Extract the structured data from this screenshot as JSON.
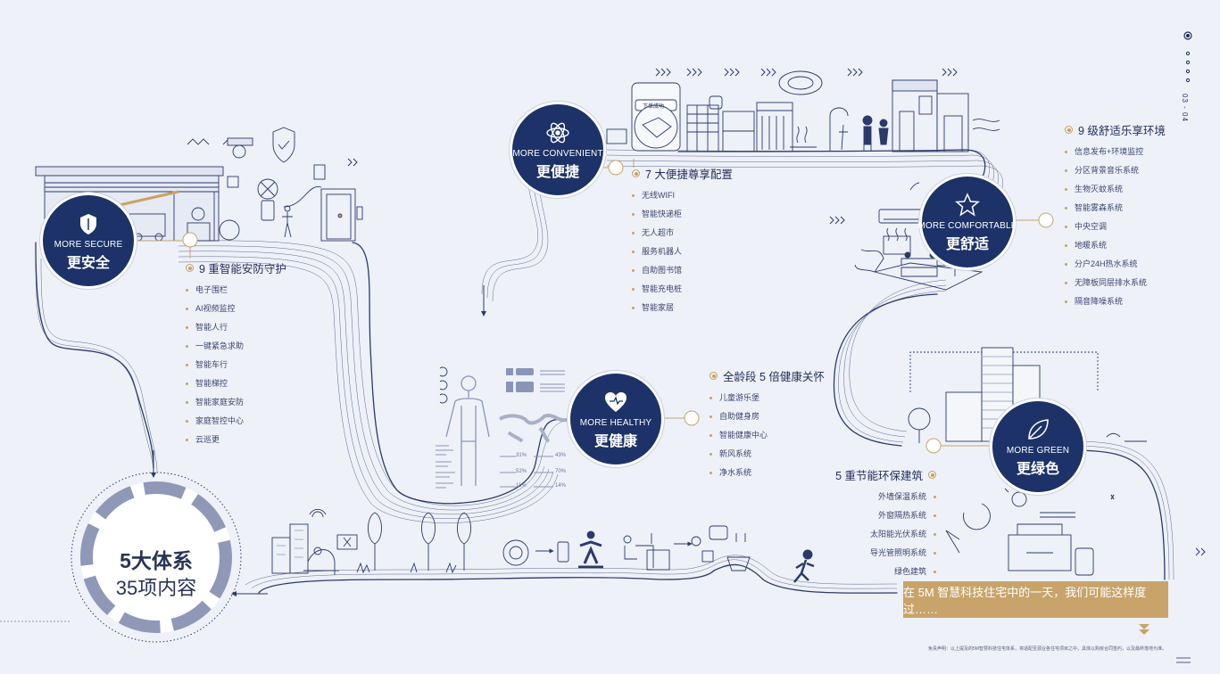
{
  "secure": {
    "en": "MORE SECURE",
    "zh": "更安全",
    "title": "9 重智能安防守护",
    "items": [
      "电子围栏",
      "AI视频监控",
      "智能人行",
      "一键紧急求助",
      "智能车行",
      "智能梯控",
      "智能家庭安防",
      "家庭智控中心",
      "云巡更"
    ]
  },
  "convenient": {
    "en": "MORE CONVENIENT",
    "zh": "更便捷",
    "title": "7 大便捷尊享配置",
    "items": [
      "无线WIFI",
      "智能快递柜",
      "无人超市",
      "服务机器人",
      "自助图书馆",
      "智能充电桩",
      "智能家居"
    ],
    "phone_text": "下单成功"
  },
  "comfortable": {
    "en": "MORE COMFORTABLE",
    "zh": "更舒适",
    "title": "9 级舒适乐享环境",
    "items": [
      "信息发布+环境监控",
      "分区背景音乐系统",
      "生物灭蚊系统",
      "智能雾森系统",
      "中央空调",
      "地暖系统",
      "分户24H热水系统",
      "无障板同层排水系统",
      "隔音降噪系统"
    ]
  },
  "healthy": {
    "en": "MORE HEALTHY",
    "zh": "更健康",
    "title": "全龄段 5 倍健康关怀",
    "items": [
      "儿童游乐堡",
      "自助健身房",
      "智能健康中心",
      "新风系统",
      "净水系统"
    ],
    "stats": [
      "31%",
      "43%",
      "52%",
      "70%",
      "11%",
      "14%"
    ]
  },
  "green": {
    "en": "MORE GREEN",
    "zh": "更绿色",
    "title": "5 重节能环保建筑",
    "items": [
      "外墙保温系统",
      "外窗隔热系统",
      "太阳能光伏系统",
      "导光管照明系统",
      "绿色建筑"
    ]
  },
  "summary": {
    "line1": "5大体系",
    "line2": "35项内容"
  },
  "banner": "在 5M 智慧科技住宅中的一天，我们可能这样度过……",
  "disclaimer": "免责声明：以上提及的5M智慧科技住宅体系，将适配至源业各住宅项目之中，具体以购房合同签约，以及最终落地为准。",
  "page": "03 - 04",
  "colors": {
    "navy": "#1c3268",
    "gold": "#c8a46a",
    "bg": "#eef1f8",
    "line": "#2b3a6b"
  }
}
